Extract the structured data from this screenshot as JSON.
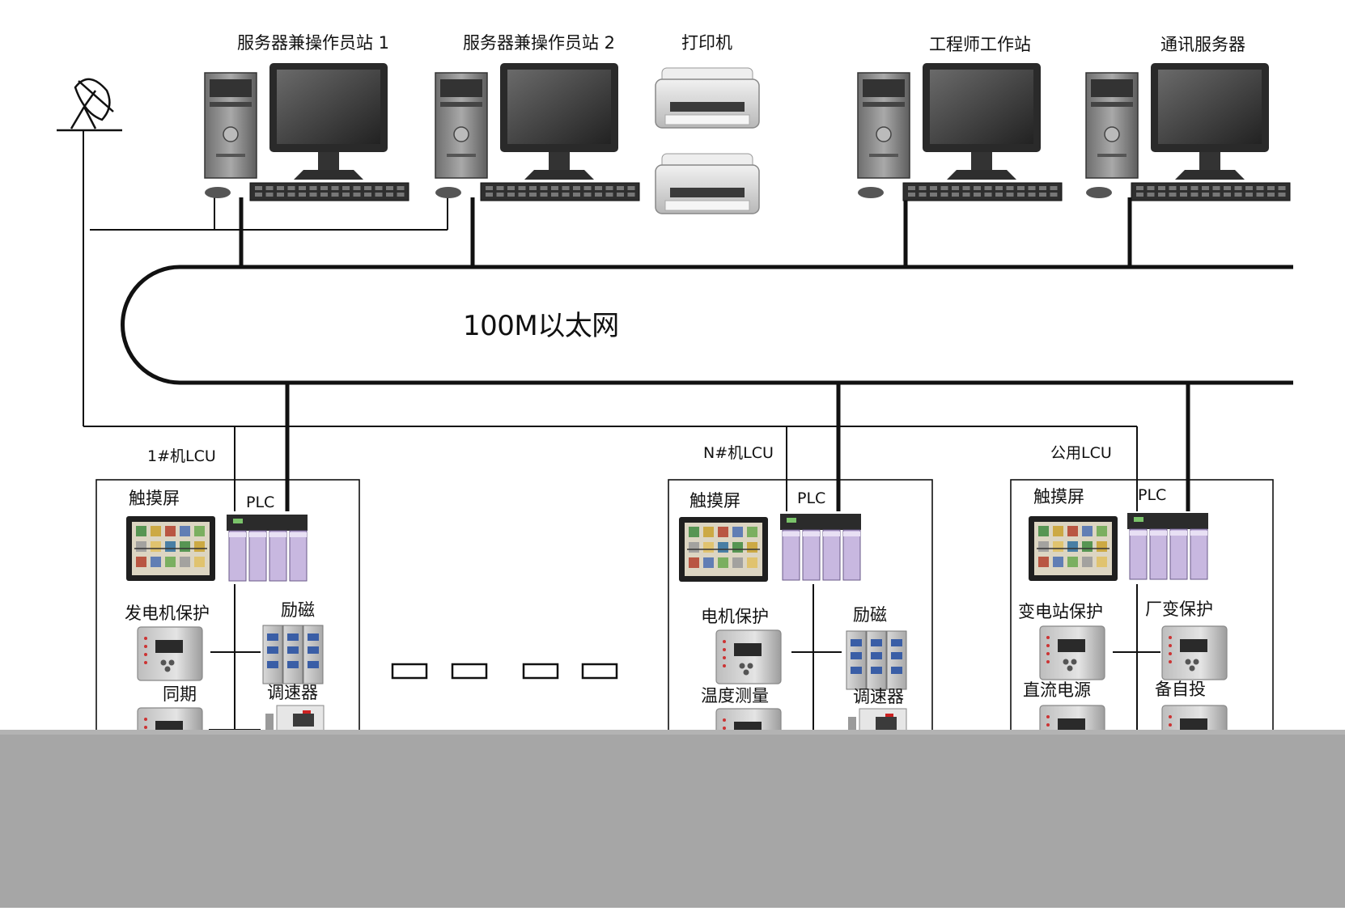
{
  "colors": {
    "line": "#111111",
    "monitor_bezel": "#2a2a2a",
    "screen": "#4a4a4a",
    "tower": "#8d8d8d",
    "printer": "#d7d7d7",
    "plc_module": "#c8b8e0",
    "relay_body": "#d3d3d3",
    "bottom_band": "#a6a6a6"
  },
  "top_stations": [
    {
      "id": "server1",
      "label": "服务器兼操作员站 1",
      "icon": "desktop-computer-icon"
    },
    {
      "id": "server2",
      "label": "服务器兼操作员站 2",
      "icon": "desktop-computer-icon"
    },
    {
      "id": "printer",
      "label": "打印机",
      "icon": "printer-icon"
    },
    {
      "id": "engineer",
      "label": "工程师工作站",
      "icon": "desktop-computer-icon"
    },
    {
      "id": "comm",
      "label": "通讯服务器",
      "icon": "desktop-computer-icon"
    }
  ],
  "network": {
    "label": "100M以太网"
  },
  "antenna": {
    "icon": "satellite-dish-icon"
  },
  "lcu_units": [
    {
      "id": "lcu1",
      "title": "1#机LCU",
      "touch_label": "触摸屏",
      "plc_label": "PLC",
      "devices": [
        "发电机保护",
        "励磁",
        "同期",
        "调速器"
      ]
    },
    {
      "id": "lcun",
      "title": "N#机LCU",
      "touch_label": "触摸屏",
      "plc_label": "PLC",
      "devices": [
        "电机保护",
        "励磁",
        "温度测量",
        "调速器"
      ]
    },
    {
      "id": "lcupub",
      "title": "公用LCU",
      "touch_label": "触摸屏",
      "plc_label": "PLC",
      "devices": [
        "变电站保护",
        "厂变保护",
        "直流电源",
        "备自投"
      ]
    }
  ]
}
